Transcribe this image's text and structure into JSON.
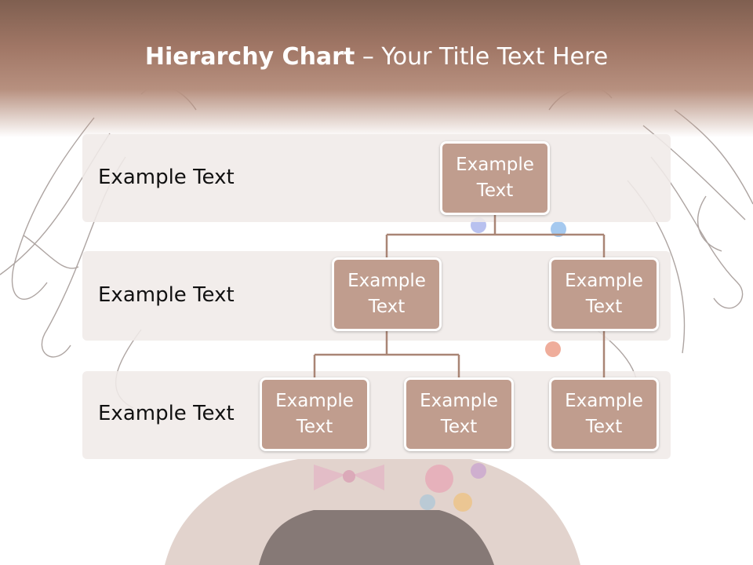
{
  "slide": {
    "title_bold": "Hierarchy Chart",
    "title_rest": " – Your Title Text Here"
  },
  "rows": [
    {
      "label": "Example Text"
    },
    {
      "label": "Example Text"
    },
    {
      "label": "Example Text"
    }
  ],
  "nodes": {
    "root": "Example Text",
    "level2_left": "Example Text",
    "level2_right": "Example Text",
    "level3_left_a": "Example Text",
    "level3_left_b": "Example Text",
    "level3_right": "Example Text"
  },
  "colors": {
    "title_band": "#a17766",
    "node_fill": "#c09d8e",
    "connector": "#a98575",
    "row_band": "#f0ebe8"
  }
}
